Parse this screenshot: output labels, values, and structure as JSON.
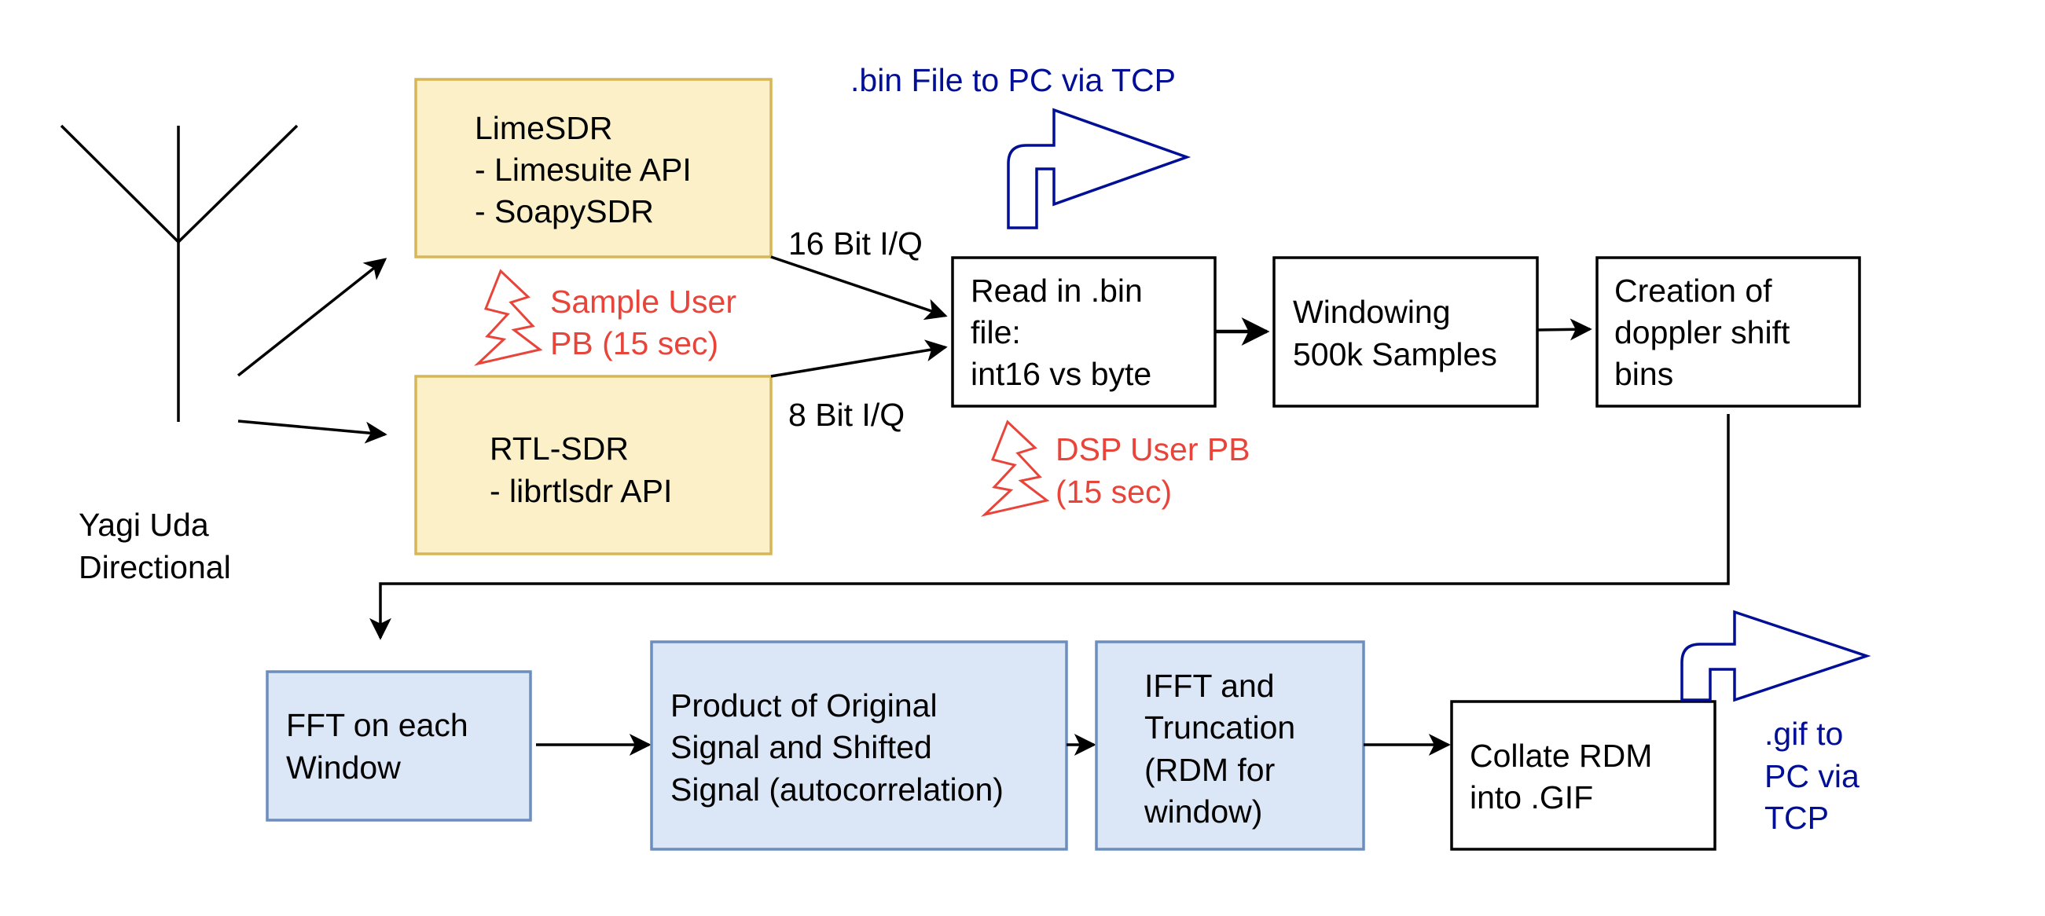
{
  "colors": {
    "sdr_fill": "#fbf0c8",
    "sdr_stroke": "#d6b656",
    "proc_fill": "#dbe6f7",
    "proc_stroke": "#6c8ebf",
    "box_stroke": "#000000",
    "warning": "#e8443a",
    "network": "#000f96"
  },
  "icons": {
    "antenna": "yagi-antenna-icon",
    "warning": "lightning-bolt-icon",
    "network": "bent-arrow-icon"
  },
  "antenna": {
    "line1": "Yagi Uda",
    "line2": "Directional"
  },
  "limesdr": {
    "line1": "LimeSDR",
    "line2": "- Limesuite API",
    "line3": "- SoapySDR"
  },
  "rtlsdr": {
    "line1": "RTL-SDR",
    "line2": "- librtlsdr API"
  },
  "labels": {
    "iq16": "16 Bit I/Q",
    "iq8": "8 Bit I/Q"
  },
  "warnings": {
    "sample": {
      "line1": "Sample User",
      "line2": "PB (15 sec)"
    },
    "dsp": {
      "line1": "DSP User PB",
      "line2": "(15 sec)"
    }
  },
  "network": {
    "bin_transfer": ".bin File to PC via TCP",
    "gif_transfer": {
      "line1": ".gif to",
      "line2": "PC via",
      "line3": "TCP"
    }
  },
  "readbin": {
    "line1": "Read in .bin",
    "line2": "file:",
    "line3": "int16 vs byte"
  },
  "windowing": {
    "line1": "Windowing",
    "line2": "500k Samples"
  },
  "doppler": {
    "line1": "Creation of",
    "line2": "doppler shift",
    "line3": "bins"
  },
  "fft": {
    "line1": "FFT on each",
    "line2": "Window"
  },
  "product": {
    "line1": "Product of Original",
    "line2": "Signal and Shifted",
    "line3": "Signal (autocorrelation)"
  },
  "ifft": {
    "line1": "IFFT and",
    "line2": "Truncation",
    "line3": "(RDM for",
    "line4": "window)"
  },
  "collate": {
    "line1": "Collate RDM",
    "line2": "into .GIF"
  }
}
